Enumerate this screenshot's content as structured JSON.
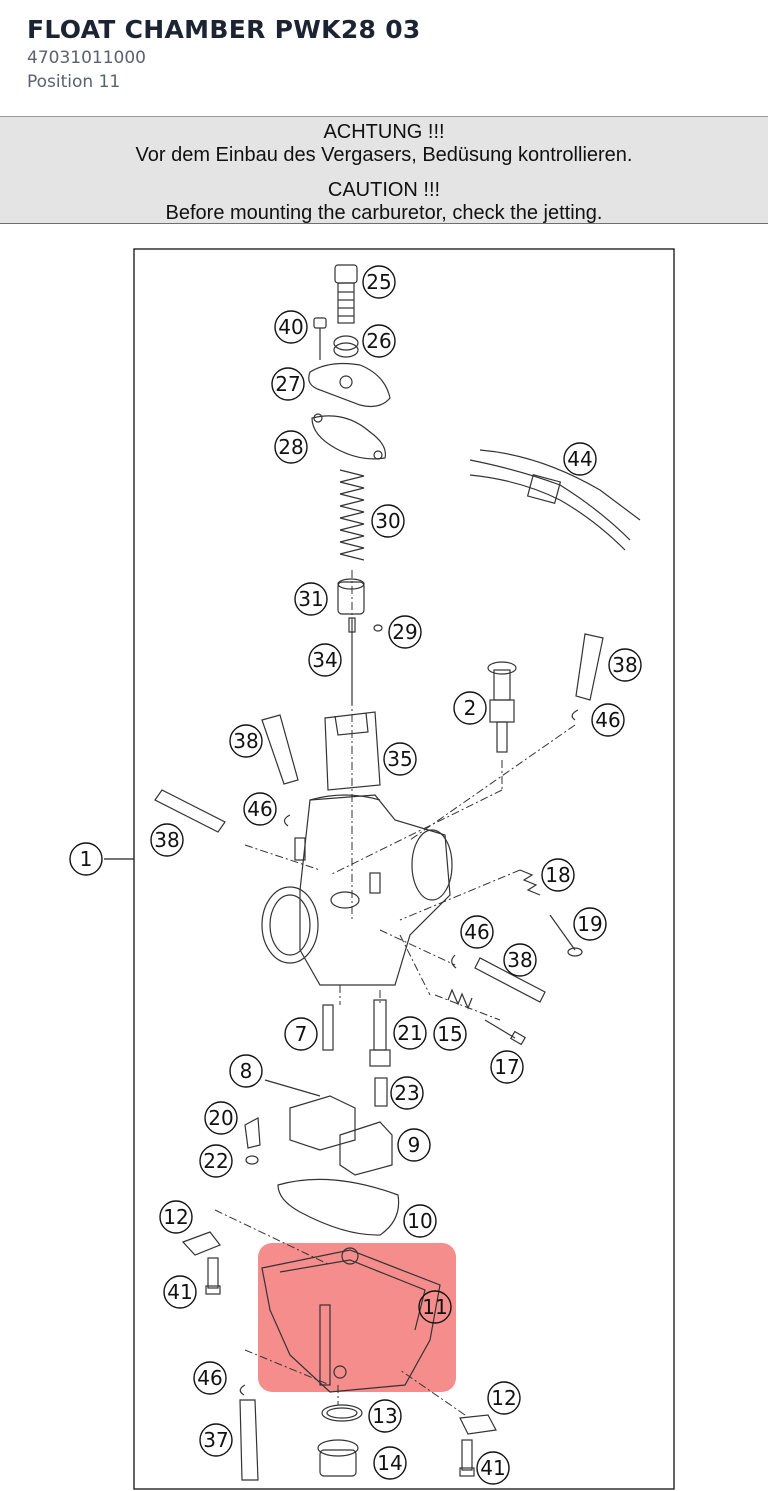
{
  "header": {
    "title": "FLOAT CHAMBER PWK28 03",
    "part_number": "47031011000",
    "position": "Position 11"
  },
  "caution": {
    "de_title": "ACHTUNG !!!",
    "de_text": "Vor dem Einbau des Vergasers, Bedüsung kontrollieren.",
    "en_title": "CAUTION !!!",
    "en_text": "Before mounting the carburetor, check the jetting."
  },
  "diagram": {
    "highlight_color": "#f05050",
    "callouts": [
      "25",
      "40",
      "26",
      "27",
      "28",
      "44",
      "30",
      "31",
      "29",
      "34",
      "38",
      "2",
      "46",
      "38",
      "35",
      "46",
      "38",
      "1",
      "18",
      "19",
      "46",
      "38",
      "7",
      "21",
      "15",
      "17",
      "8",
      "23",
      "20",
      "9",
      "22",
      "12",
      "10",
      "41",
      "11",
      "46",
      "12",
      "13",
      "37",
      "14",
      "41"
    ],
    "highlighted_callout": "11"
  }
}
